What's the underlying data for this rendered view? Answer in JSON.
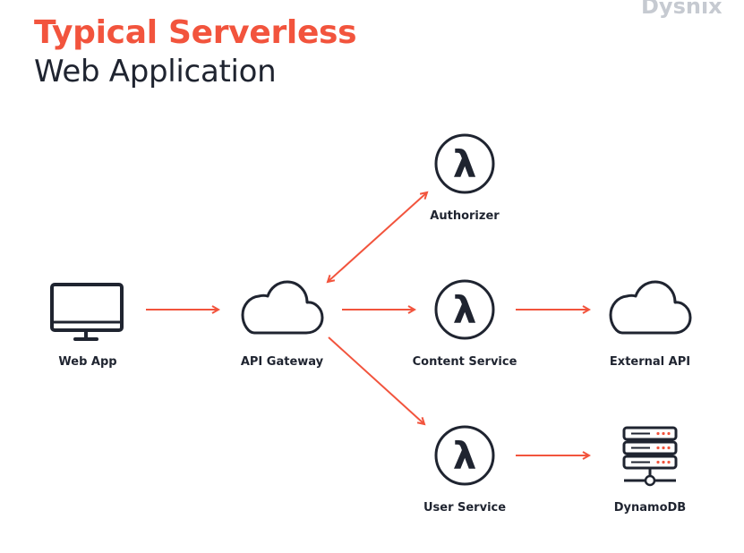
{
  "title": "Typical Serverless",
  "subtitle": "Web Application",
  "brand": "Dysnix",
  "colors": {
    "accent": "#f2543d",
    "ink": "#1f2430"
  },
  "nodes": [
    {
      "id": "web-app",
      "label": "Web App",
      "icon": "monitor-icon"
    },
    {
      "id": "api-gateway",
      "label": "API Gateway",
      "icon": "cloud-icon"
    },
    {
      "id": "authorizer",
      "label": "Authorizer",
      "icon": "lambda-icon"
    },
    {
      "id": "content-service",
      "label": "Content Service",
      "icon": "lambda-icon"
    },
    {
      "id": "user-service",
      "label": "User Service",
      "icon": "lambda-icon"
    },
    {
      "id": "external-api",
      "label": "External API",
      "icon": "cloud-icon"
    },
    {
      "id": "dynamodb",
      "label": "DynamoDB",
      "icon": "database-server-icon"
    }
  ],
  "edges": [
    {
      "from": "web-app",
      "to": "api-gateway",
      "direction": "one-way"
    },
    {
      "from": "api-gateway",
      "to": "authorizer",
      "direction": "two-way"
    },
    {
      "from": "api-gateway",
      "to": "content-service",
      "direction": "one-way"
    },
    {
      "from": "api-gateway",
      "to": "user-service",
      "direction": "one-way"
    },
    {
      "from": "content-service",
      "to": "external-api",
      "direction": "one-way"
    },
    {
      "from": "user-service",
      "to": "dynamodb",
      "direction": "one-way"
    }
  ],
  "lambda_symbol": "λ"
}
